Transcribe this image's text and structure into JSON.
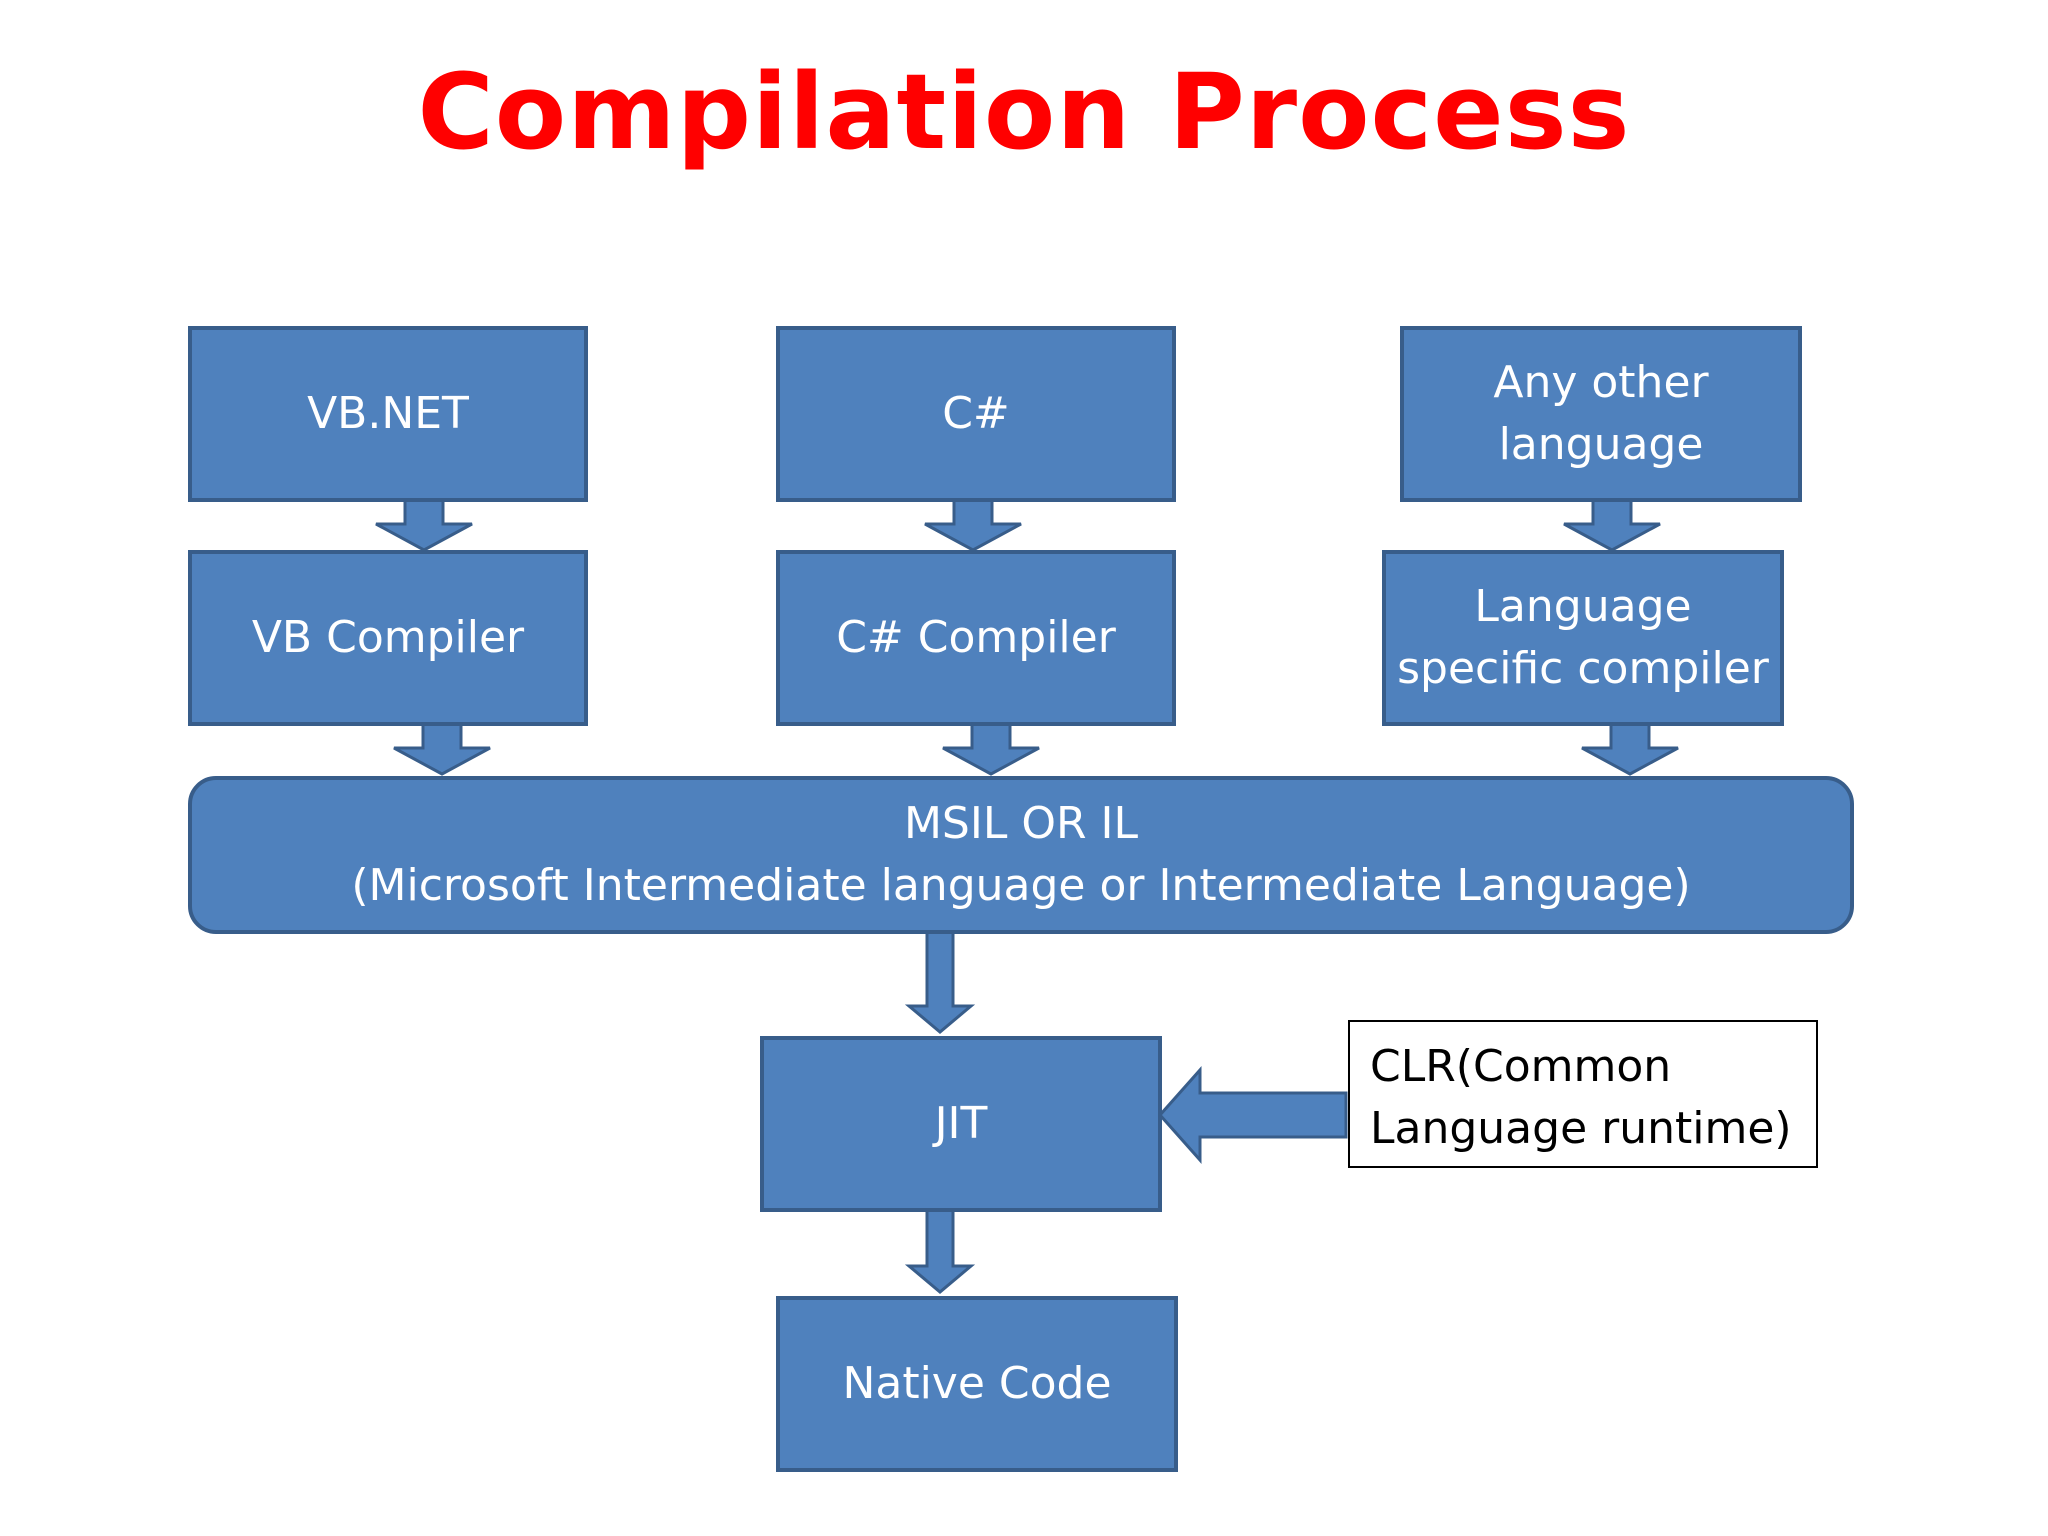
{
  "title": "Compilation Process",
  "languages": {
    "vbnet": "VB.NET",
    "csharp": "C#",
    "other": "Any other\nlanguage"
  },
  "compilers": {
    "vb": "VB  Compiler",
    "csharp": "C# Compiler",
    "other": "Language\nspecific compiler"
  },
  "il": {
    "label": "MSIL OR IL\n(Microsoft Intermediate language or Intermediate Language)"
  },
  "jit": "JIT",
  "clr": "CLR(Common\nLanguage runtime)",
  "native": "Native Code",
  "colors": {
    "box_fill": "#4f81bd",
    "box_border": "#385d8a",
    "title": "#ff0000"
  }
}
